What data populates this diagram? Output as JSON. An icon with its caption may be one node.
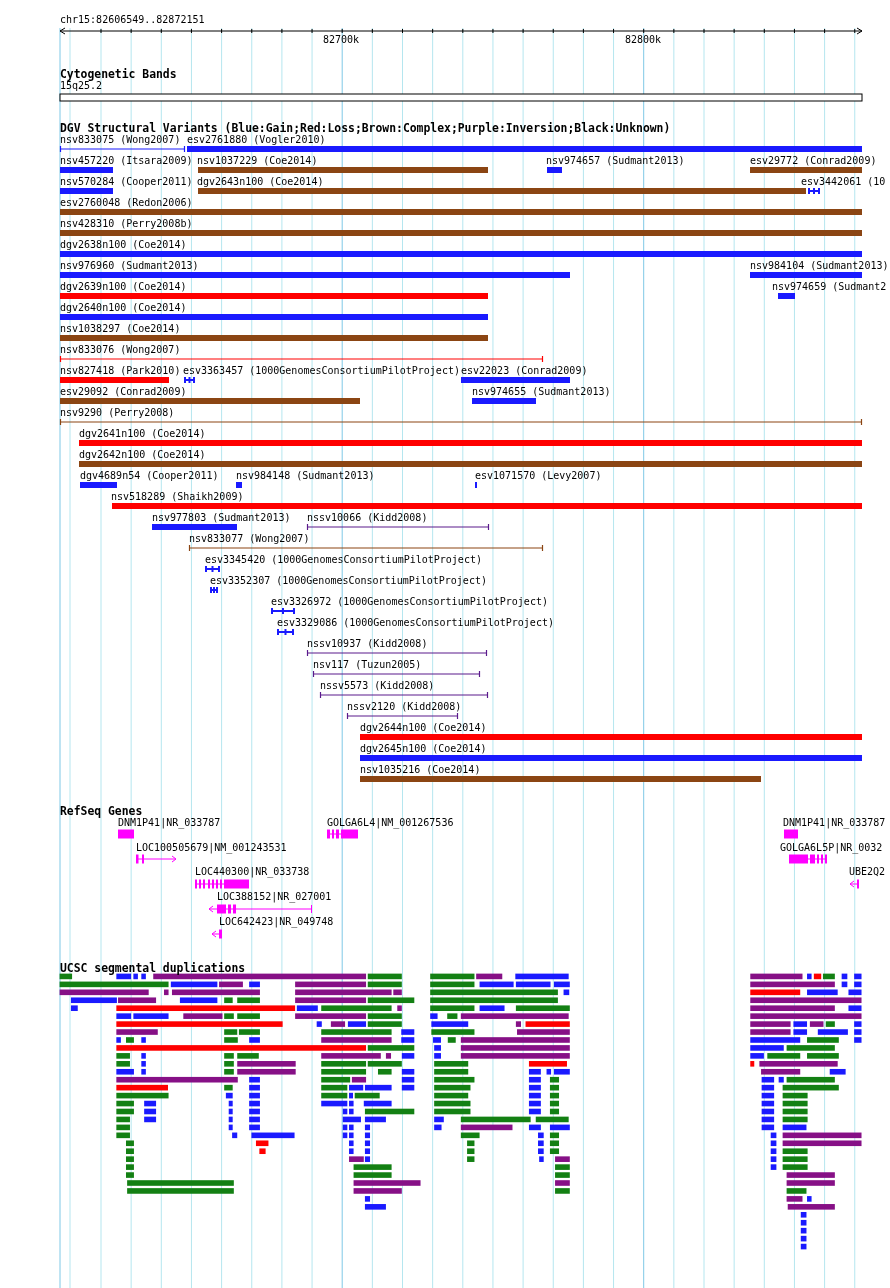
{
  "diagram": {
    "labels": [
      "chr15:82606549..82872151",
      "82700k",
      "82800k",
      "Cytogenetic Bands",
      "15q25.2",
      "DGV Structural Variants (Blue:Gain;Red:Loss;Brown:Complex;Purple:Inversion;Black:Unknown)",
      "nsv833075 (Wong2007)",
      "esv2761880 (Vogler2010)",
      "nsv457220 (Itsara2009)",
      "nsv1037229 (Coe2014)",
      "nsv974657 (Sudmant2013)",
      "esv29772 (Conrad2009)",
      "nsv570284 (Cooper2011)",
      "dgv2643n100 (Coe2014)",
      "esv3442061 (10",
      "esv2760048 (Redon2006)",
      "nsv428310 (Perry2008b)",
      "dgv2638n100 (Coe2014)",
      "nsv976960 (Sudmant2013)",
      "nsv984104 (Sudmant2013)",
      "dgv2639n100 (Coe2014)",
      "nsv974659 (Sudmant2",
      "dgv2640n100 (Coe2014)",
      "nsv1038297 (Coe2014)",
      "nsv833076 (Wong2007)",
      "nsv827418 (Park2010)",
      "esv3363457 (1000GenomesConsortiumPilotProject)",
      "esv22023 (Conrad2009)",
      "esv29092 (Conrad2009)",
      "nsv974655 (Sudmant2013)",
      "nsv9290 (Perry2008)",
      "dgv2641n100 (Coe2014)",
      "dgv2642n100 (Coe2014)",
      "dgv4689n54 (Cooper2011)",
      "nsv984148 (Sudmant2013)",
      "esv1071570 (Levy2007)",
      "nsv518289 (Shaikh2009)",
      "nsv977803 (Sudmant2013)",
      "nssv10066 (Kidd2008)",
      "nsv833077 (Wong2007)",
      "esv3345420 (1000GenomesConsortiumPilotProject)",
      "esv3352307 (1000GenomesConsortiumPilotProject)",
      "esv3326972 (1000GenomesConsortiumPilotProject)",
      "esv3329086 (1000GenomesConsortiumPilotProject)",
      "nssv10937 (Kidd2008)",
      "nsv117 (Tuzun2005)",
      "nssv5573 (Kidd2008)",
      "nssv2120 (Kidd2008)",
      "dgv2644n100 (Coe2014)",
      "dgv2645n100 (Coe2014)",
      "nsv1035216 (Coe2014)",
      "RefSeq Genes",
      "DNM1P41|NR_033787",
      "GOLGA6L4|NM_001267536",
      "DNM1P41|NR_033787",
      "LOC100505679|NM_001243531",
      "GOLGA6L5P|NR_0032",
      "LOC440300|NR_033738",
      "UBE2Q2",
      "LOC388152|NR_027001",
      "LOC642423|NR_049748",
      "UCSC segmental duplications"
    ]
  }
}
